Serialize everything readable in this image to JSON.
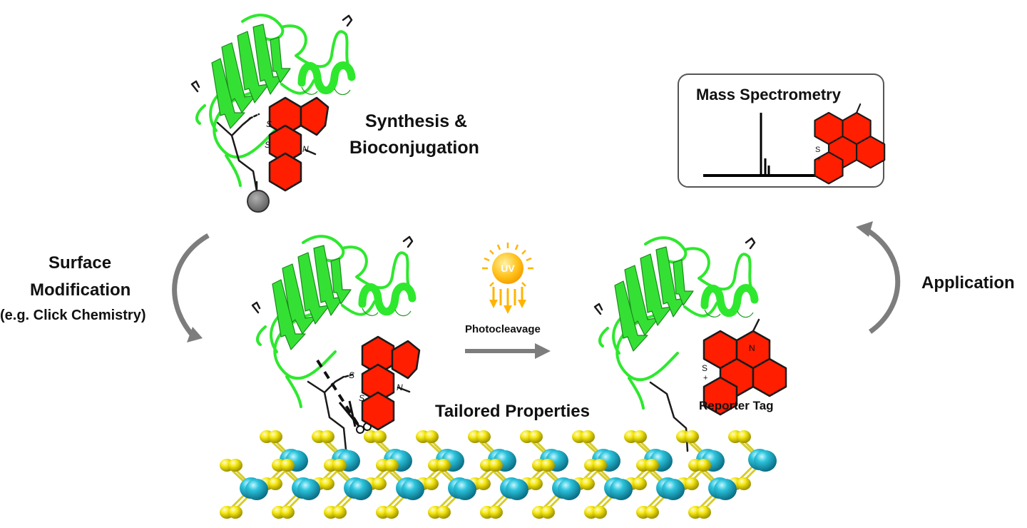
{
  "steps": {
    "synthesis": {
      "line1": "Synthesis &",
      "line2": "Bioconjugation"
    },
    "surface": {
      "line1": "Surface",
      "line2": "Modification",
      "line3": "(e.g. Click Chemistry)"
    },
    "photo": {
      "uv": "UV",
      "label": "Photocleavage"
    },
    "application": {
      "label": "Application"
    },
    "tailored": {
      "label": "Tailored Properties"
    },
    "reporter": {
      "label": "Reporter Tag"
    },
    "mass_spec": {
      "title": "Mass Spectrometry"
    }
  },
  "atoms": {
    "sulfur": "S",
    "nitrogen": "N",
    "charge": "+"
  },
  "colors": {
    "protein": "#2ee82e",
    "tag": "#ff1e00",
    "surface_metal": "#1bb5cf",
    "surface_chalcogen": "#f2e60d",
    "arrow": "#808080",
    "sun": "#ffb400"
  }
}
